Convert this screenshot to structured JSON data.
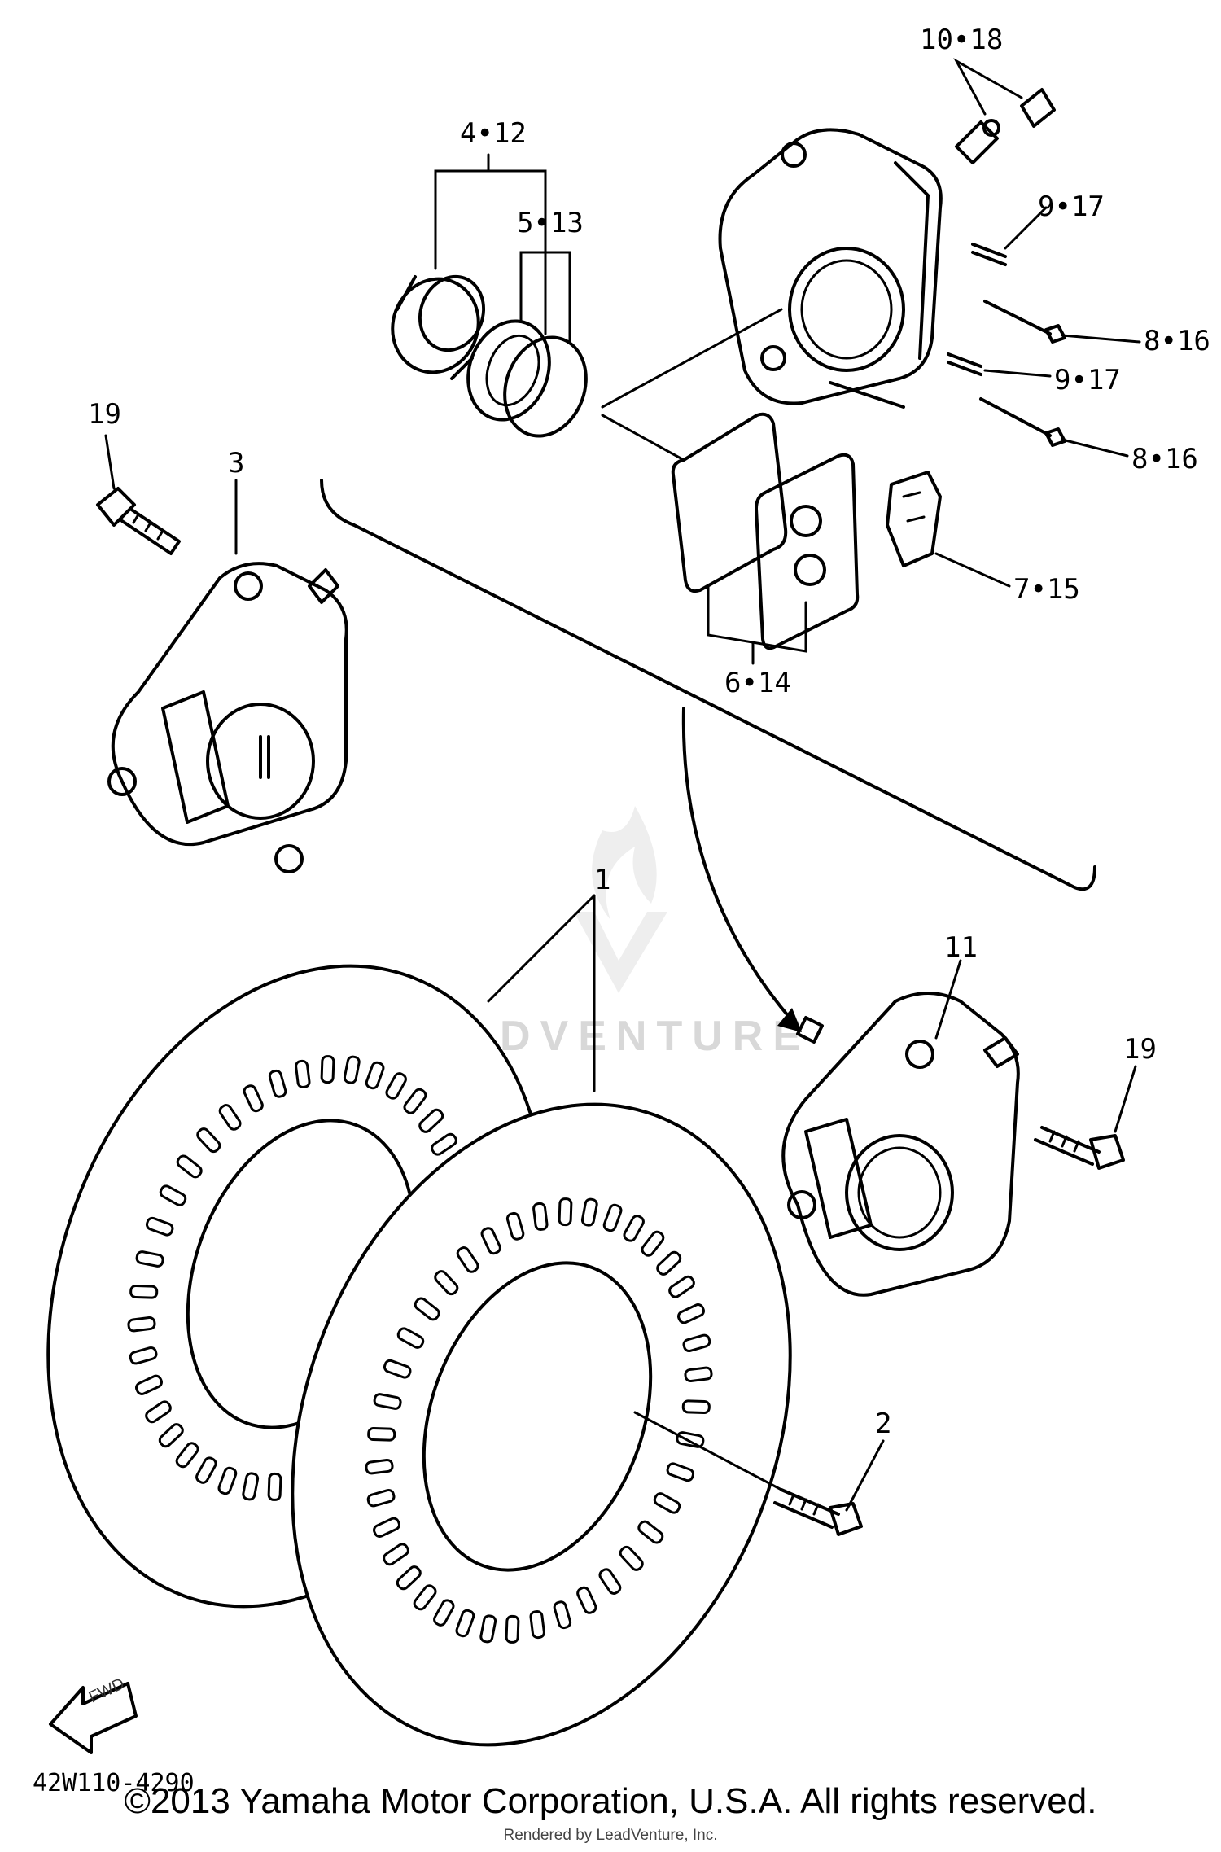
{
  "callouts": {
    "c10_18": "10•18",
    "c4_12": "4•12",
    "c5_13": "5•13",
    "c9_17a": "9•17",
    "c8_16a": "8•16",
    "c9_17b": "9•17",
    "c8_16b": "8•16",
    "c7_15": "7•15",
    "c6_14": "6•14",
    "c19a": "19",
    "c3": "3",
    "c1": "1",
    "c11": "11",
    "c19b": "19",
    "c2": "2"
  },
  "fwd_label": "FWD",
  "part_code": "42W110-4290",
  "watermark": "LEADVENTURE",
  "copyright": "©2013 Yamaha Motor Corporation, U.S.A. All rights reserved.",
  "rendered_by": "Rendered by LeadVenture, Inc."
}
